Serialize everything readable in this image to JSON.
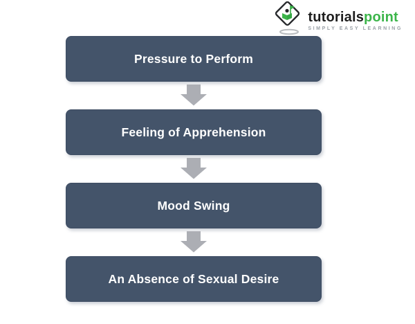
{
  "page": {
    "background_color": "#ffffff"
  },
  "logo": {
    "brand_first": "tutorials",
    "brand_second": "point",
    "tagline": "SIMPLY EASY LEARNING",
    "colors": {
      "brand_dark": "#1e1e1e",
      "brand_green": "#3cb54a",
      "tagline_gray": "#9aa0a6"
    },
    "icon": "tutorialspoint-diamond-icon"
  },
  "diagram": {
    "type": "vertical-flow",
    "direction": "down",
    "box_color": "#44546a",
    "box_text_color": "#ffffff",
    "arrow_color": "#acaeb4",
    "arrow_icon": "down-arrow-icon",
    "steps": [
      {
        "label": "Pressure to Perform"
      },
      {
        "label": "Feeling of Apprehension"
      },
      {
        "label": "Mood Swing"
      },
      {
        "label": "An Absence of Sexual Desire"
      }
    ]
  }
}
